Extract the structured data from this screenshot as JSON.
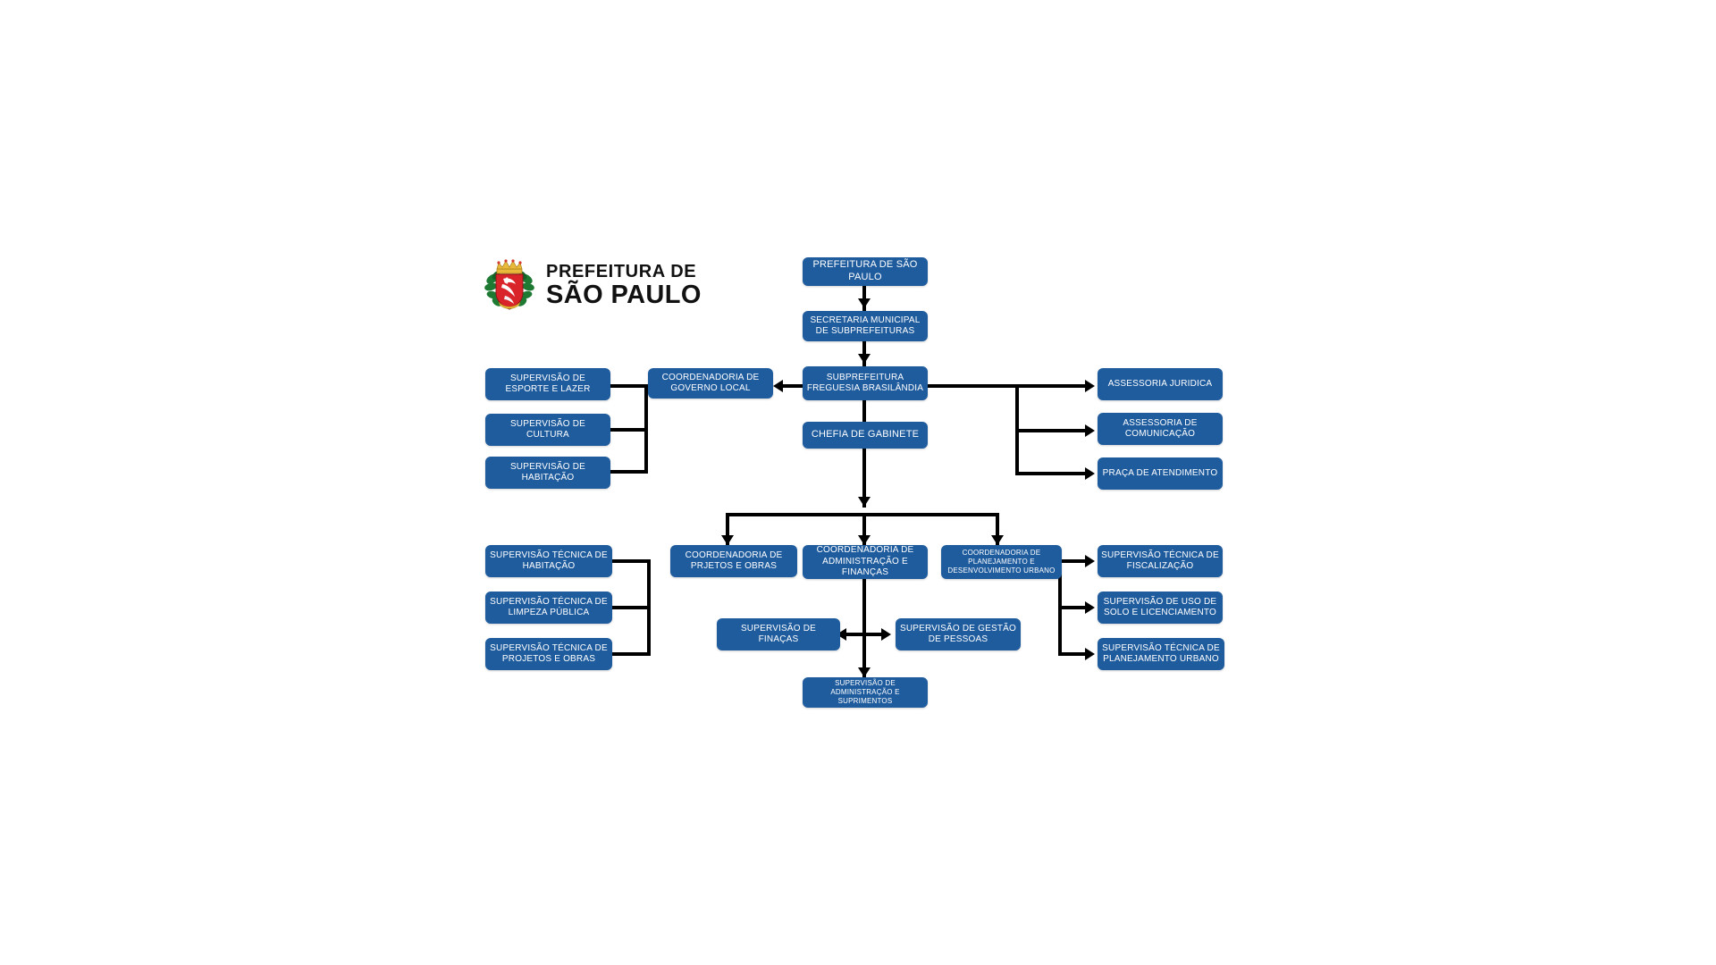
{
  "logo": {
    "icon": "sao-paulo-coat-of-arms",
    "line1": "PREFEITURA DE",
    "line2": "SÃO PAULO"
  },
  "colors": {
    "box_fill": "#1f5c9e",
    "box_text": "#ffffff",
    "connector": "#000000",
    "background": "#ffffff"
  },
  "chart_data": {
    "type": "diagram",
    "title": "Organograma Subprefeitura Freguesia Brasilândia",
    "nodes": [
      {
        "id": "prefeitura",
        "label": "PREFEITURA DE SÃO PAULO"
      },
      {
        "id": "secretaria",
        "label": "SECRETARIA MUNICIPAL DE SUBPREFEITURAS"
      },
      {
        "id": "subprefeitura",
        "label": "SUBPREFEITURA FREGUESIA BRASILÂNDIA"
      },
      {
        "id": "chefia",
        "label": "CHEFIA DE GABINETE"
      },
      {
        "id": "coord-governo",
        "label": "COORDENADORIA DE GOVERNO LOCAL"
      },
      {
        "id": "sup-esporte",
        "label": "SUPERVISÃO DE ESPORTE E LAZER"
      },
      {
        "id": "sup-cultura",
        "label": "SUPERVISÃO DE CULTURA"
      },
      {
        "id": "sup-habitacao",
        "label": "SUPERVISÃO DE HABITAÇÃO"
      },
      {
        "id": "assessoria-juridica",
        "label": "ASSESSORIA JURIDICA"
      },
      {
        "id": "assessoria-com",
        "label": "ASSESSORIA DE COMUNICAÇÃO"
      },
      {
        "id": "praca-atendimento",
        "label": "PRAÇA DE ATENDIMENTO"
      },
      {
        "id": "coord-projetos",
        "label": "COORDENADORIA DE PRJETOS E OBRAS"
      },
      {
        "id": "coord-admin",
        "label": "COORDENADORIA DE ADMINISTRAÇÃO E FINANÇAS"
      },
      {
        "id": "coord-planejamento",
        "label": "COORDENADORIA DE PLANEJAMENTO E DESENVOLVIMENTO URBANO"
      },
      {
        "id": "st-habitacao",
        "label": "SUPERVISÃO TÉCNICA DE HABITAÇÃO"
      },
      {
        "id": "st-limpeza",
        "label": "SUPERVISÃO TÉCNICA DE LIMPEZA PÚBLICA"
      },
      {
        "id": "st-projetos",
        "label": "SUPERVISÃO TÉCNICA DE PROJETOS E OBRAS"
      },
      {
        "id": "st-fiscalizacao",
        "label": "SUPERVISÃO TÉCNICA DE FISCALIZAÇÃO"
      },
      {
        "id": "sup-uso-solo",
        "label": "SUPERVISÃO DE USO DE SOLO E LICENCIAMENTO"
      },
      {
        "id": "st-planejamento",
        "label": "SUPERVISÃO TÉCNICA DE PLANEJAMENTO URBANO"
      },
      {
        "id": "sup-financas",
        "label": "SUPERVISÃO DE FINAÇAS"
      },
      {
        "id": "sup-gestao",
        "label": "SUPERVISÃO DE GESTÃO DE PESSOAS"
      },
      {
        "id": "sup-admin-sup",
        "label": "SUPERVISÃO DE ADMINISTRAÇÃO E SUPRIMENTOS"
      }
    ],
    "edges": [
      {
        "from": "prefeitura",
        "to": "secretaria",
        "style": "arrow-down"
      },
      {
        "from": "secretaria",
        "to": "subprefeitura",
        "style": "arrow-down"
      },
      {
        "from": "subprefeitura",
        "to": "coord-governo",
        "style": "arrow-left"
      },
      {
        "from": "subprefeitura",
        "to": "chefia",
        "style": "arrow-down"
      },
      {
        "from": "coord-governo",
        "to": "sup-esporte",
        "style": "arrow-left"
      },
      {
        "from": "coord-governo",
        "to": "sup-cultura",
        "style": "arrow-left"
      },
      {
        "from": "coord-governo",
        "to": "sup-habitacao",
        "style": "arrow-left"
      },
      {
        "from": "subprefeitura",
        "to": "assessoria-juridica",
        "style": "arrow-right"
      },
      {
        "from": "subprefeitura",
        "to": "assessoria-com",
        "style": "arrow-right"
      },
      {
        "from": "subprefeitura",
        "to": "praca-atendimento",
        "style": "arrow-right"
      },
      {
        "from": "chefia",
        "to": "coord-projetos",
        "style": "arrow-down"
      },
      {
        "from": "chefia",
        "to": "coord-admin",
        "style": "arrow-down"
      },
      {
        "from": "chefia",
        "to": "coord-planejamento",
        "style": "arrow-down"
      },
      {
        "from": "coord-projetos",
        "to": "st-habitacao",
        "style": "arrow-left"
      },
      {
        "from": "coord-projetos",
        "to": "st-limpeza",
        "style": "arrow-left"
      },
      {
        "from": "coord-projetos",
        "to": "st-projetos",
        "style": "arrow-left"
      },
      {
        "from": "coord-planejamento",
        "to": "st-fiscalizacao",
        "style": "arrow-right"
      },
      {
        "from": "coord-planejamento",
        "to": "sup-uso-solo",
        "style": "arrow-right"
      },
      {
        "from": "coord-planejamento",
        "to": "st-planejamento",
        "style": "arrow-right"
      },
      {
        "from": "coord-admin",
        "to": "sup-financas",
        "style": "arrow-left"
      },
      {
        "from": "coord-admin",
        "to": "sup-gestao",
        "style": "arrow-right"
      },
      {
        "from": "coord-admin",
        "to": "sup-admin-sup",
        "style": "arrow-down"
      }
    ]
  }
}
